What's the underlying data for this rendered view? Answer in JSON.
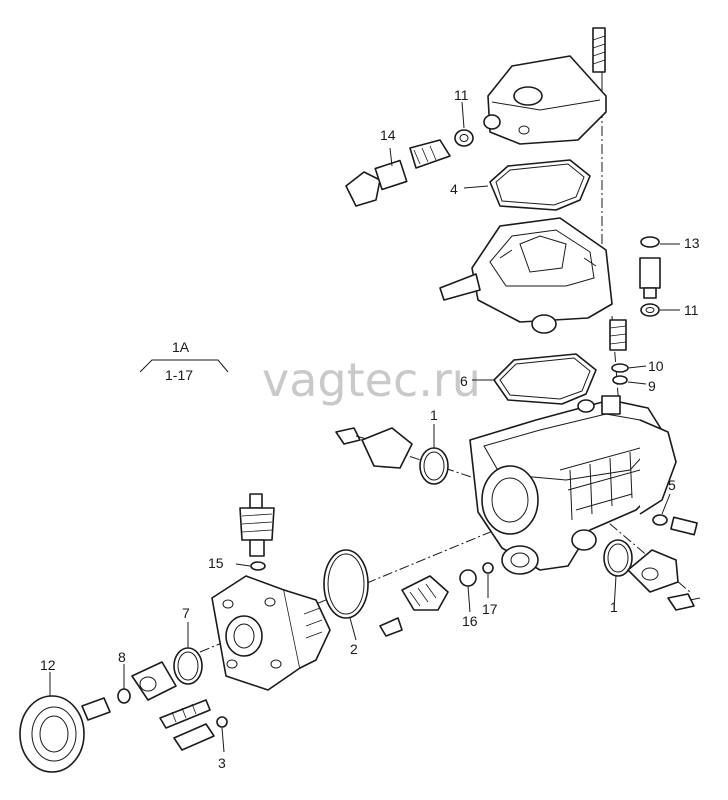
{
  "watermark": "vagtec.ru",
  "reference": {
    "top": "1A",
    "bottom": "1-17"
  },
  "callouts": {
    "c1a": "1",
    "c1b": "1",
    "c2": "2",
    "c3": "3",
    "c4": "4",
    "c5": "5",
    "c6": "6",
    "c7": "7",
    "c8": "8",
    "c9": "9",
    "c10": "10",
    "c11a": "11",
    "c11b": "11",
    "c12": "12",
    "c13": "13",
    "c14": "14",
    "c15": "15",
    "c16": "16",
    "c17": "17"
  }
}
